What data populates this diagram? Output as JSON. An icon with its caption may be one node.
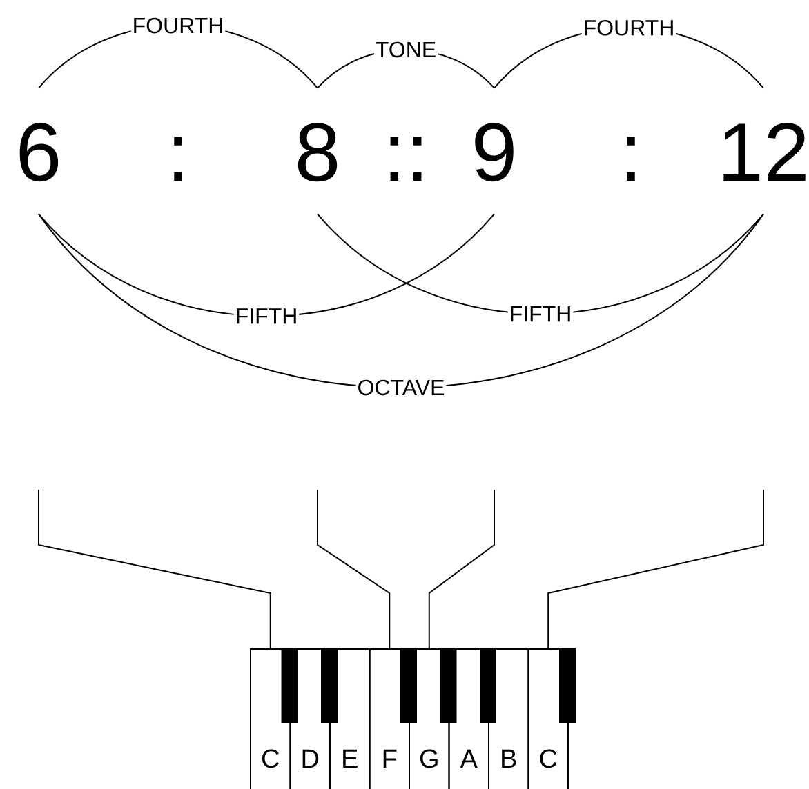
{
  "diagram": {
    "nodes": [
      {
        "text": [
          "6"
        ]
      },
      {
        "text": [
          "8"
        ]
      },
      {
        "text": [
          "9"
        ]
      },
      {
        "text": [
          "12"
        ]
      },
      {
        "text": [
          "C"
        ]
      },
      {
        "text": [
          "D"
        ]
      },
      {
        "text": [
          "E"
        ]
      },
      {
        "text": [
          "F"
        ]
      },
      {
        "text": [
          "G"
        ]
      },
      {
        "text": [
          "A"
        ]
      },
      {
        "text": [
          "B"
        ]
      },
      {
        "text": [
          "C"
        ]
      }
    ],
    "edges": [
      {
        "from": 0,
        "to": 1,
        "arrow": "none",
        "label": "FOURTH"
      },
      {
        "from": 1,
        "to": 2,
        "arrow": "none",
        "label": "TONE"
      },
      {
        "from": 2,
        "to": 3,
        "arrow": "none",
        "label": "FOURTH"
      },
      {
        "from": 0,
        "to": 2,
        "arrow": "none",
        "label": "FIFTH"
      },
      {
        "from": 1,
        "to": 3,
        "arrow": "none",
        "label": "FIFTH"
      },
      {
        "from": 0,
        "to": 3,
        "arrow": "none",
        "label": "OCTAVE"
      },
      {
        "from": null,
        "to": 4,
        "arrow": "none"
      },
      {
        "from": null,
        "to": 7,
        "arrow": "none"
      },
      {
        "from": null,
        "to": 8,
        "arrow": "none"
      },
      {
        "from": null,
        "to": 11,
        "arrow": "none"
      }
    ],
    "labels": [
      ":",
      "::",
      ":"
    ]
  }
}
